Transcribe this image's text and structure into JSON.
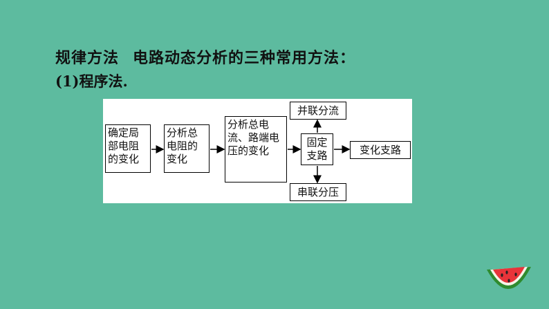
{
  "heading": {
    "part1": "规律方法",
    "part2": "电路动态分析的三种常用方法："
  },
  "subheading": "(1)程序法.",
  "diagram": {
    "box1": "确定局部电阻的变化",
    "box2": "分析总电阻的变化",
    "box3": "分析总电流、路端电压的变化",
    "box4": "固定支路",
    "box5": "变化支路",
    "box_top": "并联分流",
    "box_bottom": "串联分压"
  },
  "colors": {
    "background": "#5dbb9f",
    "panel": "#ffffff",
    "melon_rind": "#2e8b2e",
    "melon_flesh": "#e8343a"
  }
}
